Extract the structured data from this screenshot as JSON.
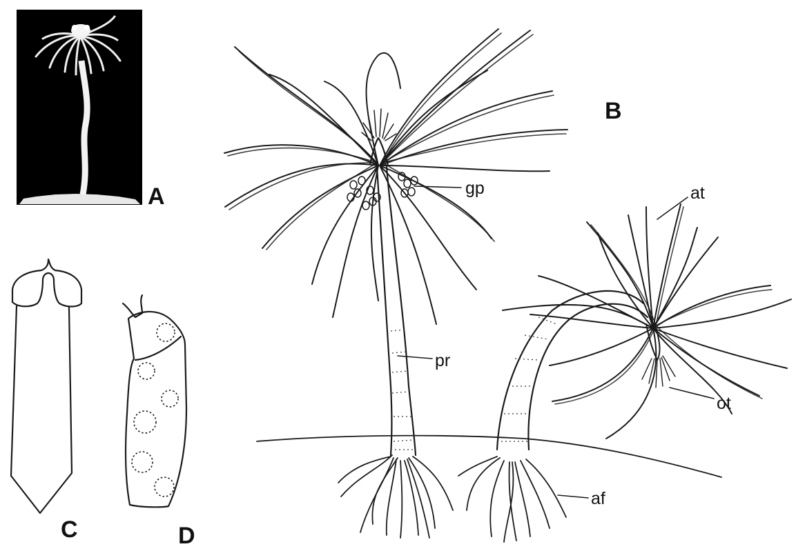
{
  "panels": {
    "a": "A",
    "b": "B",
    "c": "C",
    "d": "D"
  },
  "callouts": {
    "gp": "gp",
    "pr": "pr",
    "at": "at",
    "ot": "ot",
    "af": "af"
  },
  "colors": {
    "ink": "#1a1a1a",
    "photo_background": "#000000",
    "paper": "#ffffff"
  }
}
